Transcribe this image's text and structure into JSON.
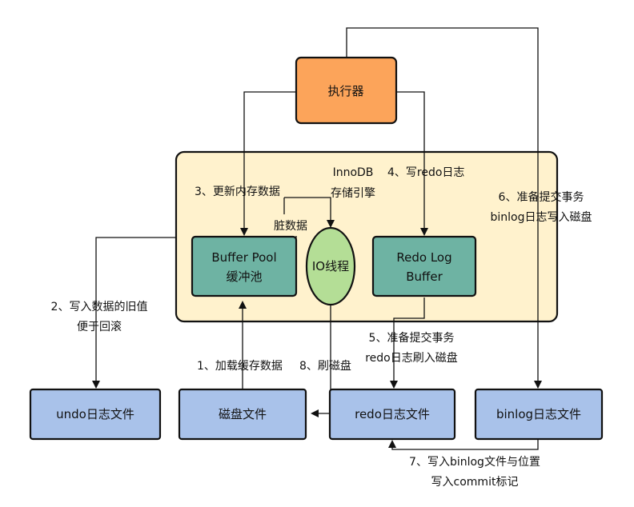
{
  "colors": {
    "executor": "#fca45a",
    "engine_bg": "#fff2cd",
    "buffer_box": "#6eb3a3",
    "io_circle": "#b4de96",
    "file_box": "#a9c2ea"
  },
  "nodes": {
    "executor": "执行器",
    "engine": [
      "InnoDB",
      "存储引擎"
    ],
    "buffer_pool": [
      "Buffer Pool",
      "缓冲池"
    ],
    "io_thread": "IO线程",
    "redo_log_buffer": [
      "Redo Log",
      "Buffer"
    ],
    "undo_file": "undo日志文件",
    "disk_file": "磁盘文件",
    "redo_file": "redo日志文件",
    "binlog_file": "binlog日志文件"
  },
  "labels": {
    "step1": "1、加载缓存数据",
    "step2": [
      "2、写入数据的旧值",
      "便于回滚"
    ],
    "step3": "3、更新内存数据",
    "dirty": "脏数据",
    "step4": "4、写redo日志",
    "step5": [
      "5、准备提交事务",
      "redo日志刷入磁盘"
    ],
    "step6": [
      "6、准备提交事务",
      "binlog日志写入磁盘"
    ],
    "step7": [
      "7、写入binlog文件与位置",
      "写入commit标记"
    ],
    "step8": "8、刷磁盘"
  }
}
